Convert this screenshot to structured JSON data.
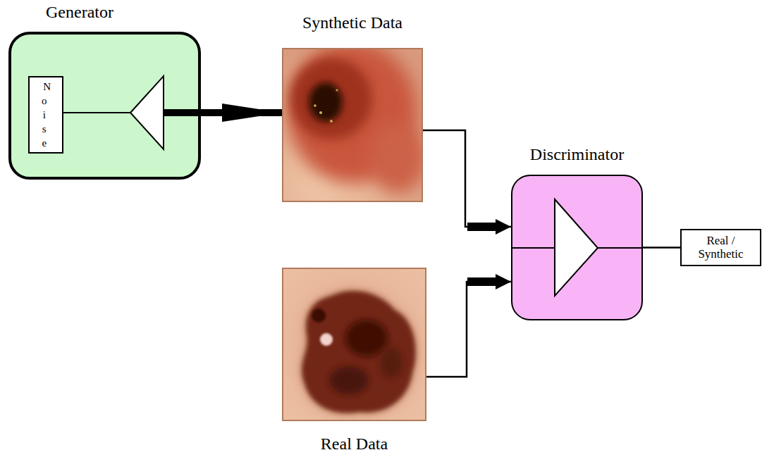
{
  "diagram": {
    "nodes": [
      {
        "text": [
          "Generator"
        ]
      },
      {
        "text": [
          "Noise"
        ],
        "in": 0
      },
      {
        "text": [
          "Synthetic Data"
        ]
      },
      {
        "text": [
          "Discriminator"
        ]
      },
      {
        "text": [
          "Real / Synthetic"
        ]
      },
      {
        "text": [
          "Real Data"
        ]
      }
    ],
    "edges": [
      {
        "from": 0,
        "to": 2,
        "arrow": "to"
      },
      {
        "from": 2,
        "to": 3,
        "arrow": "to"
      },
      {
        "from": 5,
        "to": 3,
        "arrow": "to"
      },
      {
        "from": 3,
        "to": 4,
        "arrow": "none"
      }
    ]
  }
}
